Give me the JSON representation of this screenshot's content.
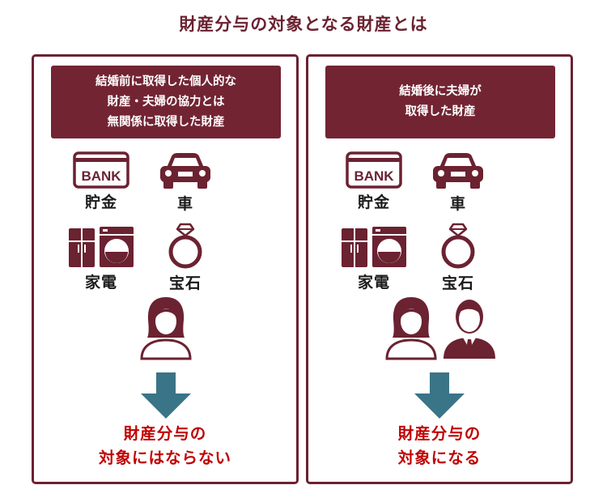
{
  "title": "財産分与の対象となる財産とは",
  "colors": {
    "brand": "#6b2231",
    "header_bg": "#722433",
    "arrow": "#3a7487",
    "result": "#c00000"
  },
  "left": {
    "header_lines": [
      "結婚前に取得した個人的な",
      "財産・夫婦の協力とは",
      "無関係に取得した財産"
    ],
    "assets": [
      {
        "label": "貯金",
        "icon": "bank-icon",
        "bank_text": "BANK"
      },
      {
        "label": "車",
        "icon": "car-icon"
      },
      {
        "label": "家電",
        "icon": "appliance-icon"
      },
      {
        "label": "宝石",
        "icon": "ring-icon"
      }
    ],
    "people": [
      "woman-icon"
    ],
    "result_lines": [
      "財産分与の",
      "対象にはならない"
    ]
  },
  "right": {
    "header_lines": [
      "結婚後に夫婦が",
      "取得した財産"
    ],
    "assets": [
      {
        "label": "貯金",
        "icon": "bank-icon",
        "bank_text": "BANK"
      },
      {
        "label": "車",
        "icon": "car-icon"
      },
      {
        "label": "家電",
        "icon": "appliance-icon"
      },
      {
        "label": "宝石",
        "icon": "ring-icon"
      }
    ],
    "people": [
      "woman-icon",
      "man-icon"
    ],
    "result_lines": [
      "財産分与の",
      "対象になる"
    ]
  }
}
